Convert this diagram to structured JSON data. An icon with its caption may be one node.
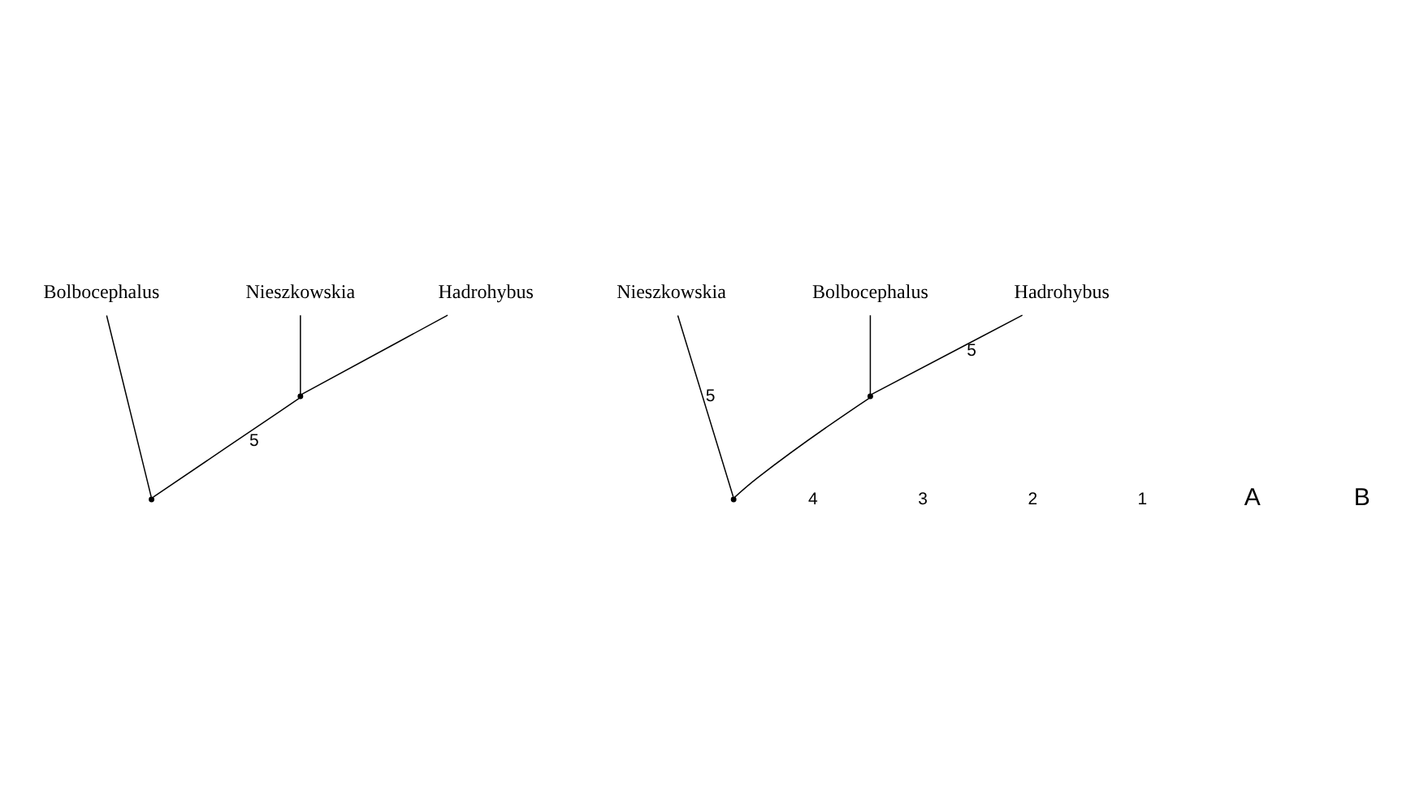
{
  "diagram": {
    "nodes": [
      {
        "text": [
          "Bolbocephalus"
        ]
      },
      {
        "text": [
          "Nieszkowskia"
        ]
      },
      {
        "text": [
          "Hadrohybus"
        ]
      },
      {
        "text": [],
        "shape": "point"
      },
      {
        "text": [],
        "shape": "point"
      },
      {
        "text": [
          "Nieszkowskia"
        ]
      },
      {
        "text": [
          "Bolbocephalus"
        ]
      },
      {
        "text": [
          "Hadrohybus"
        ]
      },
      {
        "text": [],
        "shape": "point"
      },
      {
        "text": [],
        "shape": "point"
      }
    ],
    "edges": [
      {
        "from": 3,
        "to": 0,
        "arrow": "none"
      },
      {
        "from": 3,
        "to": 4,
        "arrow": "none",
        "label": "5"
      },
      {
        "from": 4,
        "to": 1,
        "arrow": "none"
      },
      {
        "from": 4,
        "to": 2,
        "arrow": "none"
      },
      {
        "from": 8,
        "to": 5,
        "arrow": "none",
        "label": "5"
      },
      {
        "from": 8,
        "to": 9,
        "arrow": "none"
      },
      {
        "from": 9,
        "to": 6,
        "arrow": "none"
      },
      {
        "from": 9,
        "to": 7,
        "arrow": "none",
        "label": "5"
      }
    ],
    "labels": [
      "4",
      "3",
      "2",
      "1",
      "A",
      "B"
    ]
  }
}
